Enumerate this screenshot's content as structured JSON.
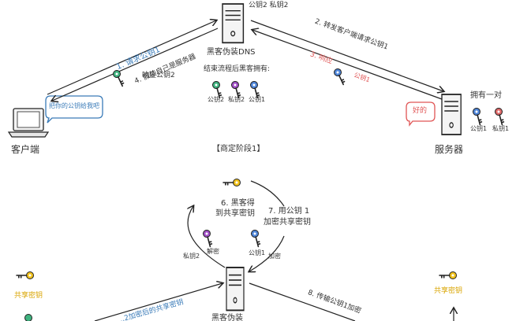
{
  "phase1_title": "【商定阶段1】",
  "nodes": {
    "client": "客户端",
    "server": "服务器",
    "hacker": "黑客伪装DNS",
    "hacker_bottom": "黑客伪装"
  },
  "hacker_top_keys": "公钥2 私钥2",
  "hacker_has": {
    "caption": "结束流程后黑客拥有:",
    "k1": "公钥2",
    "k2": "私钥2",
    "k3": "公钥1"
  },
  "server_has": {
    "caption": "拥有一对",
    "k1": "公钥1",
    "k2": "私钥1"
  },
  "bubbles": {
    "client": "把你的公钥给我吧",
    "server": "好的"
  },
  "steps": {
    "s1": "1. 请求公钥1",
    "s2": "2. 转发客户端请求公钥1",
    "s3": "3. 响应",
    "s3_key": "公钥1",
    "s4_line1": "4. 假装自己是服务器",
    "s4_line2": "响应公钥2",
    "s6_line1": "6. 黑客得",
    "s6_line2": "到共享密钥",
    "s7_line1": "7. 用公钥 1",
    "s7_line2": "加密共享密钥",
    "decrypt_key": "私钥2",
    "decrypt_label": "解密",
    "encrypt_key": "公钥1",
    "encrypt_label": "加密",
    "s5_partial": "...2加密后的共享密钥",
    "s8_partial": "8. 传输公钥1加密"
  },
  "shared_key_left": "共享密钥",
  "shared_key_right": "共享密钥",
  "colors": {
    "blue": "#3a7bb8",
    "red": "#e05555",
    "key_green": "#3fb37f",
    "key_purple": "#a14fc7",
    "key_blue": "#4f86d9",
    "key_red": "#e06a6a",
    "key_yellow": "#f2c21b"
  }
}
